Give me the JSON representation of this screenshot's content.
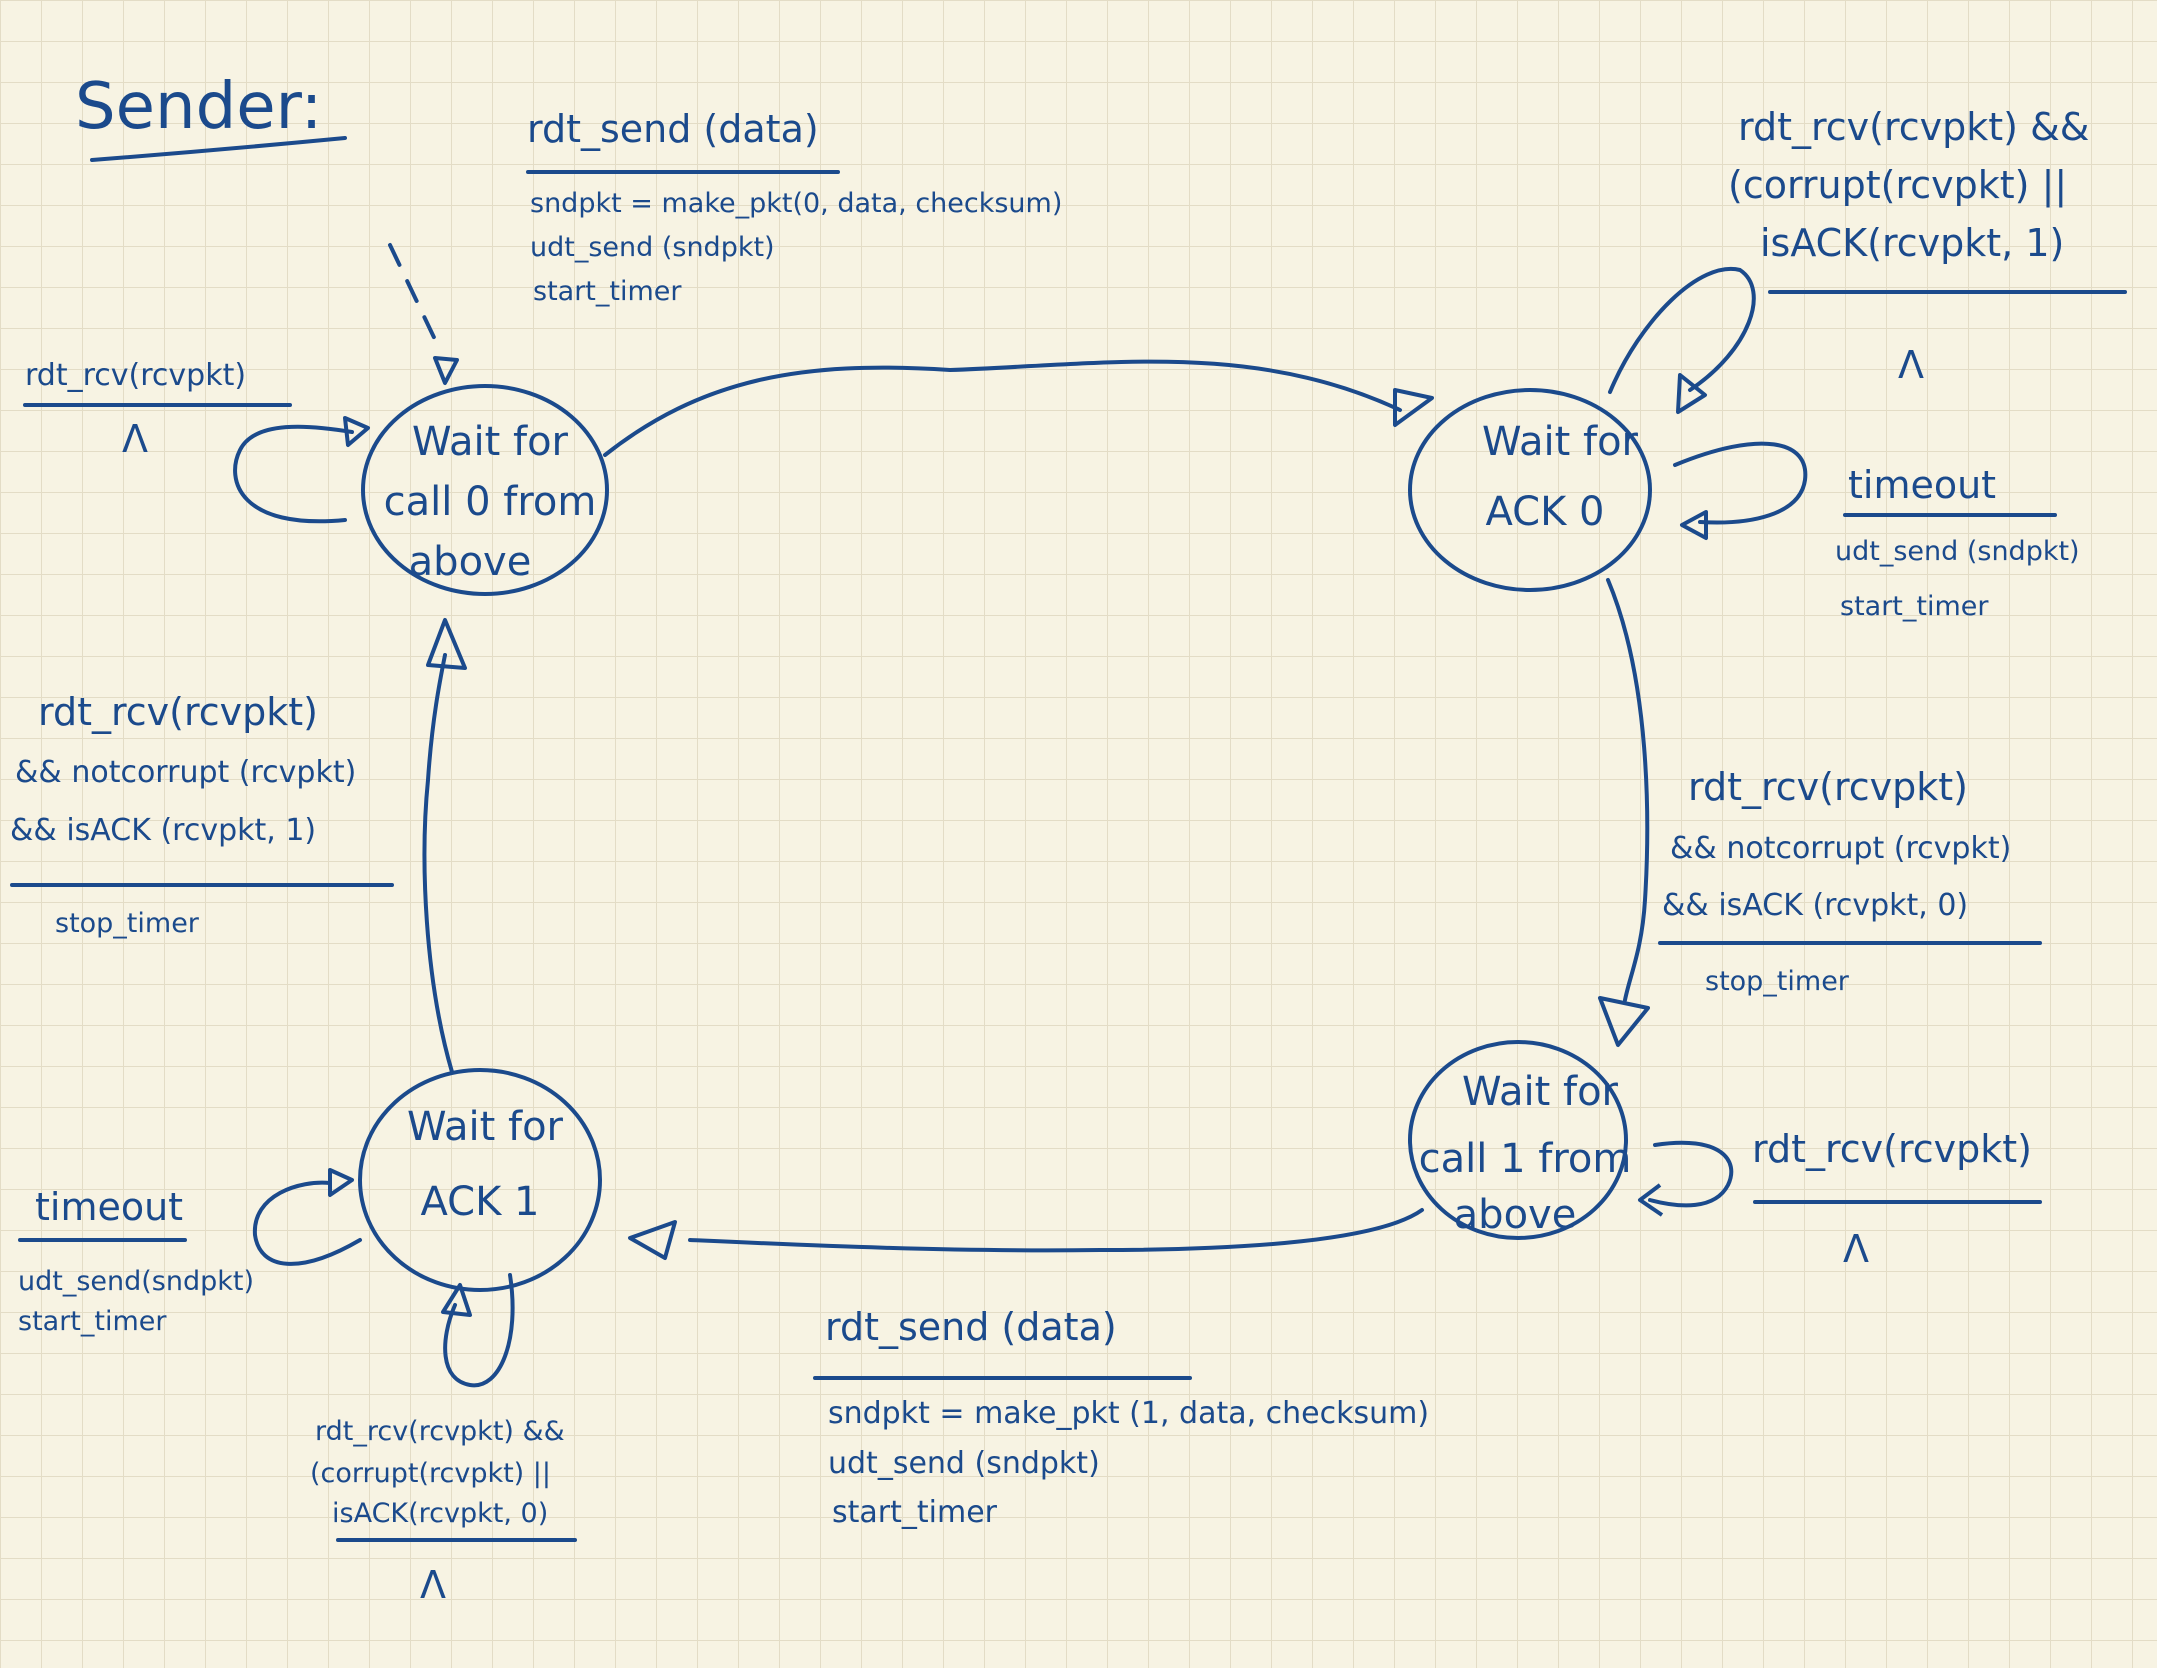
{
  "title": "Sender:",
  "states": {
    "wait_call0": [
      "Wait for",
      "call 0 from",
      "above"
    ],
    "wait_ack0": [
      "Wait for",
      "ACK 0"
    ],
    "wait_call1": [
      "Wait for",
      "call 1 from",
      "above"
    ],
    "wait_ack1": [
      "Wait for",
      "ACK 1"
    ]
  },
  "transitions": {
    "call0_to_ack0": {
      "event": "rdt_send (data)",
      "actions": [
        "sndpkt = make_pkt(0, data, checksum)",
        "udt_send (sndpkt)",
        "start_timer"
      ]
    },
    "call0_self": {
      "event": "rdt_rcv(rcvpkt)",
      "action": "Λ"
    },
    "ack0_self_corrupt": {
      "event": [
        "rdt_rcv(rcvpkt) &&",
        "(corrupt(rcvpkt) ||",
        "isACK(rcvpkt, 1)"
      ],
      "action": "Λ"
    },
    "ack0_self_timeout": {
      "event": "timeout",
      "actions": [
        "udt_send (sndpkt)",
        "start_timer"
      ]
    },
    "ack0_to_call1": {
      "event": [
        "rdt_rcv(rcvpkt)",
        "&& notcorrupt (rcvpkt)",
        "&& isACK (rcvpkt, 0)"
      ],
      "action": "stop_timer"
    },
    "call1_self": {
      "event": "rdt_rcv(rcvpkt)",
      "action": "Λ"
    },
    "call1_to_ack1": {
      "event": "rdt_send (data)",
      "actions": [
        "sndpkt = make_pkt (1, data, checksum)",
        "udt_send (sndpkt)",
        "start_timer"
      ]
    },
    "ack1_self_timeout": {
      "event": "timeout",
      "actions": [
        "udt_send(sndpkt)",
        "start_timer"
      ]
    },
    "ack1_self_corrupt": {
      "event": [
        "rdt_rcv(rcvpkt) &&",
        "(corrupt(rcvpkt) ||",
        "isACK(rcvpkt, 0)"
      ],
      "action": "Λ"
    },
    "ack1_to_call0": {
      "event": [
        "rdt_rcv(rcvpkt)",
        "&& notcorrupt (rcvpkt)",
        "&& isACK (rcvpkt, 1)"
      ],
      "action": "stop_timer"
    }
  }
}
